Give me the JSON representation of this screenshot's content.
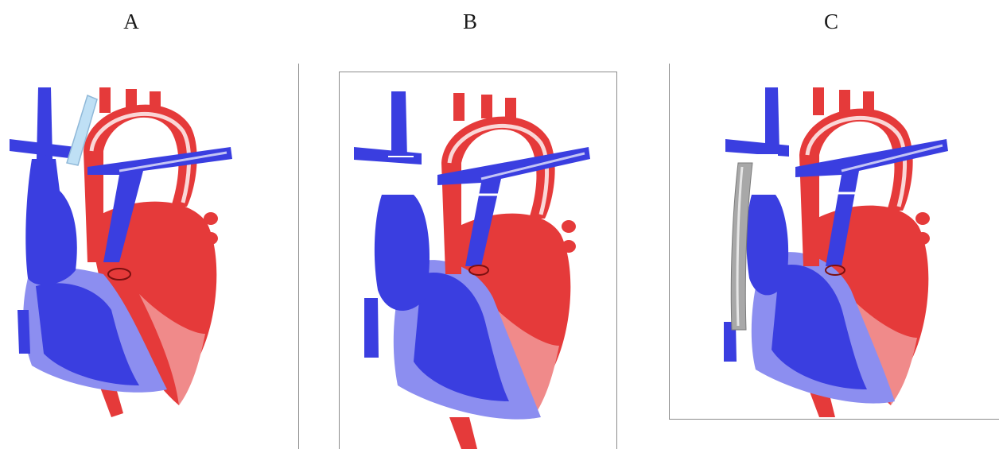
{
  "panels": [
    {
      "label": "A"
    },
    {
      "label": "B"
    },
    {
      "label": "C"
    }
  ],
  "colors": {
    "venous_blue": "#3a3ee0",
    "venous_light": "#8c8ef0",
    "arterial_red": "#e53a3a",
    "arterial_light": "#f08a8a",
    "shunt_light_blue": "#bfe0f5",
    "conduit_gray": "#a8a8a8",
    "frame": "#8c8c8c"
  }
}
